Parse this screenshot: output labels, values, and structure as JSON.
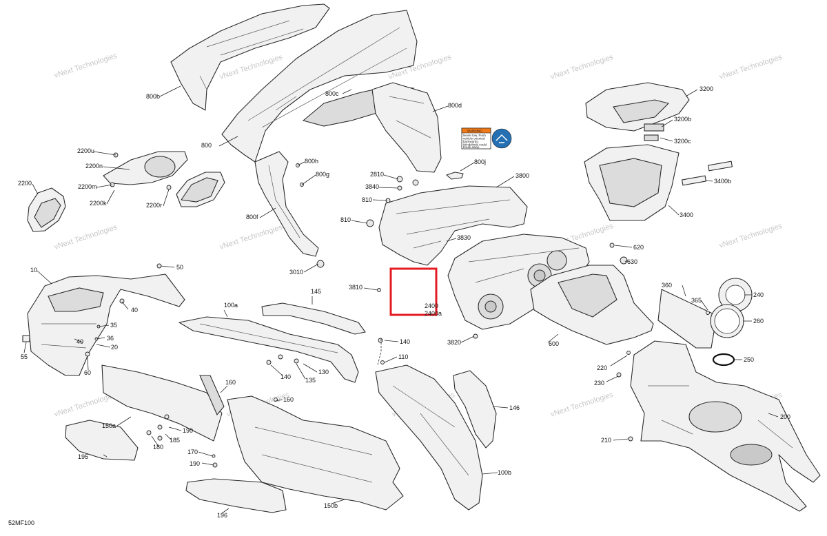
{
  "diagram_code": "52MF100",
  "watermark_text": "vNext Technologies",
  "warning_label": {
    "title": "WARNING",
    "lines": [
      "Never tow, Push",
      "vehicle oriented",
      "backwards.",
      "Windshield could",
      "break away."
    ]
  },
  "highlight_color": "#e31b23",
  "callouts": {
    "c800b": "800b",
    "c800c": "800c",
    "c800d": "800d",
    "c800": "800",
    "c800h": "800h",
    "c800g": "800g",
    "c800f": "800f",
    "c800j": "800j",
    "c2200u": "2200u",
    "c2200n": "2200n",
    "c2200m": "2200m",
    "c2200k": "2200k",
    "c2200r": "2200r",
    "c2200": "2200",
    "c2810": "2810",
    "c3840": "3840",
    "c810a": "810",
    "c810b": "810",
    "c3800": "3800",
    "c3830": "3830",
    "c3810": "3810",
    "c3820": "3820",
    "c2400": "2400",
    "c2400a": "2400a",
    "c3010": "3010",
    "c3200": "3200",
    "c3200b": "3200b",
    "c3200c": "3200c",
    "c3400b": "3400b",
    "c3400": "3400",
    "c620": "620",
    "c630": "630",
    "c600": "600",
    "c360": "360",
    "c365": "365",
    "c240": "240",
    "c260": "260",
    "c250": "250",
    "c220": "220",
    "c230": "230",
    "c200": "200",
    "c210": "210",
    "c10": "10",
    "c50": "50",
    "c40a": "40",
    "c40b": "40",
    "c35": "35",
    "c36": "36",
    "c20": "20",
    "c55": "55",
    "c60": "60",
    "c100a": "100a",
    "c145": "145",
    "c140a": "140",
    "c140b": "140",
    "c130": "130",
    "c135": "135",
    "c110": "110",
    "c160a": "160",
    "c160b": "160",
    "c150a": "150a",
    "c185": "185",
    "c190a": "190",
    "c180": "180",
    "c170": "170",
    "c190b": "190",
    "c195": "195",
    "c196": "196",
    "c150b": "150b",
    "c146": "146",
    "c100b": "100b"
  }
}
